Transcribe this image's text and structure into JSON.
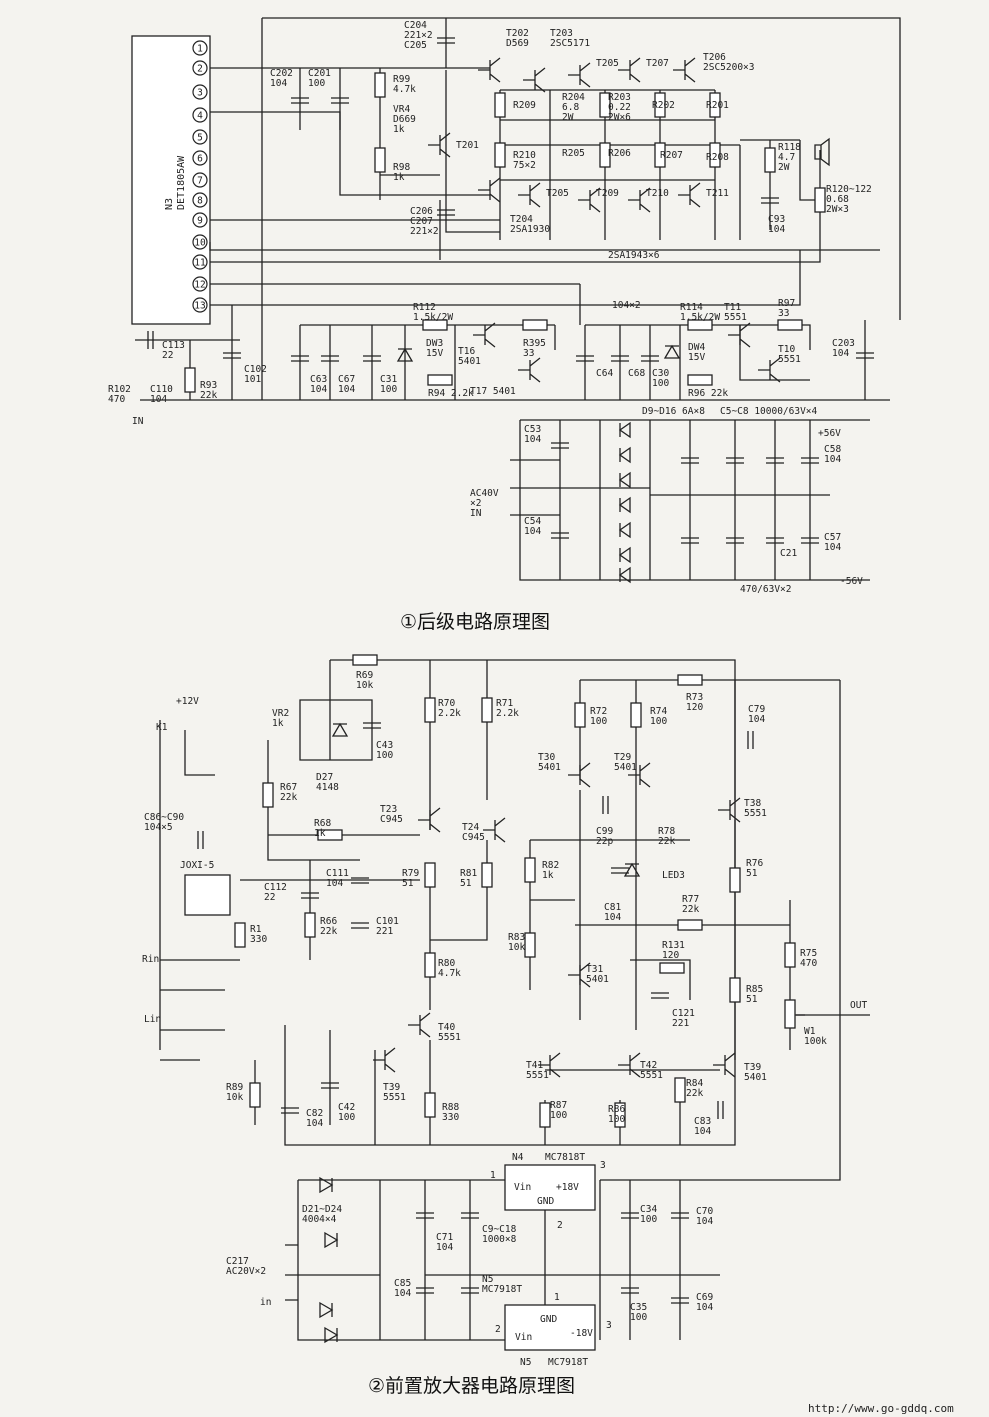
{
  "fig1": {
    "caption": "①后级电路原理图",
    "ic_name": "N3\nDET1805AW",
    "pins": [
      "1",
      "2",
      "3",
      "4",
      "5",
      "6",
      "7",
      "8",
      "9",
      "10",
      "11",
      "12",
      "13"
    ],
    "labels": {
      "C204": "C204\n221×2\nC205",
      "T202": "T202\nD569",
      "T203": "T203\n2SC5171",
      "T205a": "T205",
      "T207": "T207",
      "T206": "T206\n2SC5200×3",
      "C202": "C202\n104",
      "C201": "C201\n100",
      "R99": "R99\n4.7k",
      "VR4": "VR4\nD669\n1k",
      "R98": "R98\n1k",
      "T201": "T201",
      "R209": "R209",
      "R204": "R204\n6.8\n2W",
      "R203": "R203\n0.22\n2W×6",
      "R202": "R202",
      "R201": "R201",
      "R210": "R210\n75×2",
      "R205": "R205",
      "R206": "R206",
      "R207": "R207",
      "R208": "R208",
      "R118": "R118\n4.7\n2W",
      "R120": "R120~122\n0.68\n2W×3",
      "C93": "C93\n104",
      "C206": "C206\nC207\n221×2",
      "T204": "T204\n2SA1930",
      "T205b": "T205",
      "T209": "T209",
      "T210": "T210",
      "T211": "T211",
      "pnp_note": "2SA1943×6",
      "C113": "C113\n22",
      "C110": "C110\n104",
      "R102": "R102\n470",
      "in1": "IN",
      "R93": "R93\n22k",
      "C102": "C102\n101",
      "C63": "C63\n104",
      "C67": "C67\n104",
      "C31": "C31\n100",
      "R112": "R112\n1.5k/2W",
      "DW3": "DW3\n15V",
      "T16": "T16\n5401",
      "R395": "R395\n33",
      "T17": "T17 5401",
      "R94": "R94 2.2k",
      "c104x2": "104×2",
      "R114": "R114\n1.5k/2W",
      "T11": "T11\n5551",
      "R97": "R97\n33",
      "C203": "C203\n104",
      "C64": "C64",
      "C68": "C68",
      "DW4": "DW4\n15V",
      "C30": "C30\n100",
      "R96": "R96 22k",
      "T10": "T10\n5551",
      "diodes": "D9~D16 6A×8",
      "caps": "C5~C8 10000/63V×4",
      "p56": "+56V",
      "n56": "-56V",
      "C53": "C53\n104",
      "C54": "C54\n104",
      "ac40": "AC40V\n×2\nIN",
      "C58": "C58\n104",
      "C57": "C57\n104",
      "C21": "C21",
      "c470": "470/63V×2"
    }
  },
  "fig2": {
    "caption": "②前置放大器电路原理图",
    "labels": {
      "R69": "R69\n10k",
      "R70": "R70\n2.2k",
      "R71": "R71\n2.2k",
      "R72": "R72\n100",
      "R74": "R74\n100",
      "R73": "R73\n120",
      "C79": "C79\n104",
      "p12": "+12V",
      "K1": "K1",
      "VR2": "VR2\n1k",
      "D27": "D27\n4148",
      "C43": "C43\n100",
      "R67": "R67\n22k",
      "T30": "T30\n5401",
      "T29": "T29\n5401",
      "T38": "T38\n5551",
      "C86": "C86~C90\n104×5",
      "R68": "R68\n1k",
      "T23": "T23\nC945",
      "T24": "T24\nC945",
      "C99": "C99\n22p",
      "R78": "R78\n22k",
      "R76": "R76\n51",
      "JOXI": "JOXI-5",
      "C111": "C111\n104",
      "C112": "C112\n22",
      "R79": "R79\n51",
      "R81": "R81\n51",
      "R82": "R82\n1k",
      "LED3": "LED3",
      "C81": "C81\n104",
      "R77": "R77\n22k",
      "R1": "R1\n330",
      "R66": "R66\n22k",
      "C101": "C101\n221",
      "R83": "R83\n10k",
      "R131": "R131\n120",
      "R75": "R75\n470",
      "Rin": "Rin",
      "R80": "R80\n4.7k",
      "T31": "T31\n5401",
      "R85": "R85\n51",
      "C121": "C121\n221",
      "OUT": "OUT",
      "Lin": "Lin",
      "T40": "T40\n5551",
      "W1": "W1\n100k",
      "T41": "T41\n5551",
      "T42": "T42\n5551",
      "T39b": "T39\n5401",
      "R89": "R89\n10k",
      "T39a": "T39\n5551",
      "C82": "C82\n104",
      "C42": "C42\n100",
      "R88": "R88\n330",
      "R87": "R87\n100",
      "R86": "R86\n100",
      "R84": "R84\n22k",
      "C83": "C83\n104",
      "N4": "N4",
      "MC7818T": "MC7818T",
      "Vin1": "Vin",
      "p18": "+18V",
      "GND1": "GND",
      "pin1a": "1",
      "pin3a": "3",
      "pin2a": "2",
      "D21": "D21~D24\n4004×4",
      "C71": "C71\n104",
      "C9": "C9~C18\n1000×8",
      "C34": "C34\n100",
      "C70": "C70\n104",
      "C217": "C217\nAC20V×2",
      "in2": "in",
      "C85": "C85\n104",
      "N5a": "N5\nMC7918T",
      "C35": "C35\n100",
      "C69": "C69\n104",
      "GND2": "GND",
      "Vin2": "Vin",
      "n18": "-18V",
      "pin1b": "1",
      "pin2b": "2",
      "pin3b": "3",
      "N5b": "N5",
      "MC7918Tb": "MC7918T"
    }
  },
  "footer_url": "http://www.go-gddq.com"
}
